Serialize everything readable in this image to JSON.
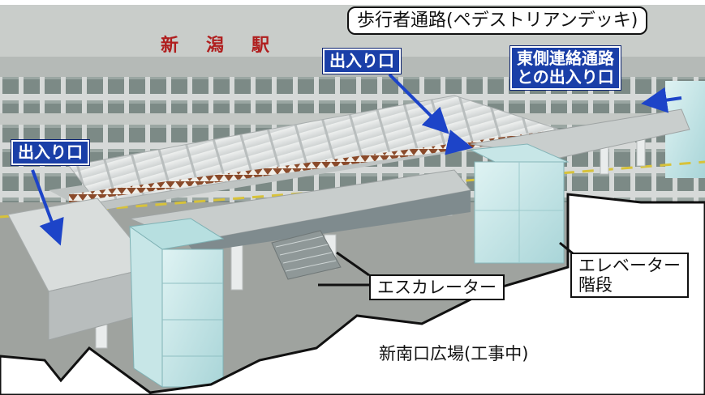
{
  "station_sign": [
    "新",
    "潟",
    "駅"
  ],
  "labels": {
    "title": "歩行者通路(ペデストリアンデッキ)",
    "east_passage_line1": "東側連絡通路",
    "east_passage_line2": "との出入り口",
    "entrance_top": "出入り口",
    "entrance_left": "出入り口",
    "escalator": "エスカレーター",
    "elevator_line1": "エレベーター",
    "elevator_line2": "階段",
    "plaza": "新南口広場(工事中)"
  },
  "colors": {
    "label_blue": "#1a3fa8",
    "arrow_blue": "#1d44c8",
    "station_sign_red": "#b01e1e"
  }
}
